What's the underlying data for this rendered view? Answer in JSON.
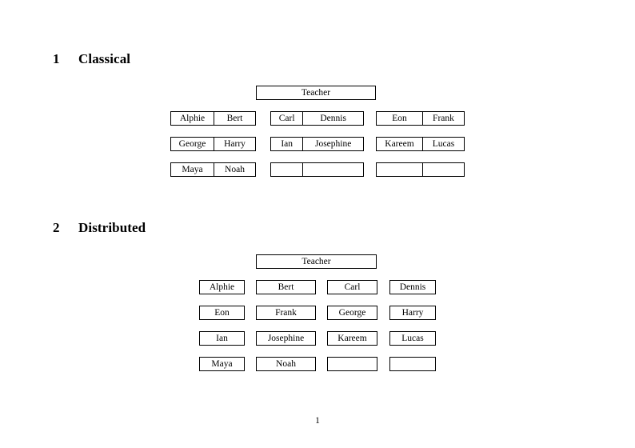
{
  "document": {
    "page_number": "1"
  },
  "sections": [
    {
      "number": "1",
      "title": "Classical",
      "teacher_label": "Teacher",
      "groups_per_row": 3,
      "rows": [
        [
          [
            "Alphie",
            "Bert"
          ],
          [
            "Carl",
            "Dennis"
          ],
          [
            "Eon",
            "Frank"
          ]
        ],
        [
          [
            "George",
            "Harry"
          ],
          [
            "Ian",
            "Josephine"
          ],
          [
            "Kareem",
            "Lucas"
          ]
        ],
        [
          [
            "Maya",
            "Noah"
          ],
          [
            "",
            ""
          ],
          [
            "",
            ""
          ]
        ]
      ]
    },
    {
      "number": "2",
      "title": "Distributed",
      "teacher_label": "Teacher",
      "boxes_per_row": 4,
      "rows": [
        [
          "Alphie",
          "Bert",
          "Carl",
          "Dennis"
        ],
        [
          "Eon",
          "Frank",
          "George",
          "Harry"
        ],
        [
          "Ian",
          "Josephine",
          "Kareem",
          "Lucas"
        ],
        [
          "Maya",
          "Noah",
          "",
          ""
        ]
      ]
    }
  ]
}
